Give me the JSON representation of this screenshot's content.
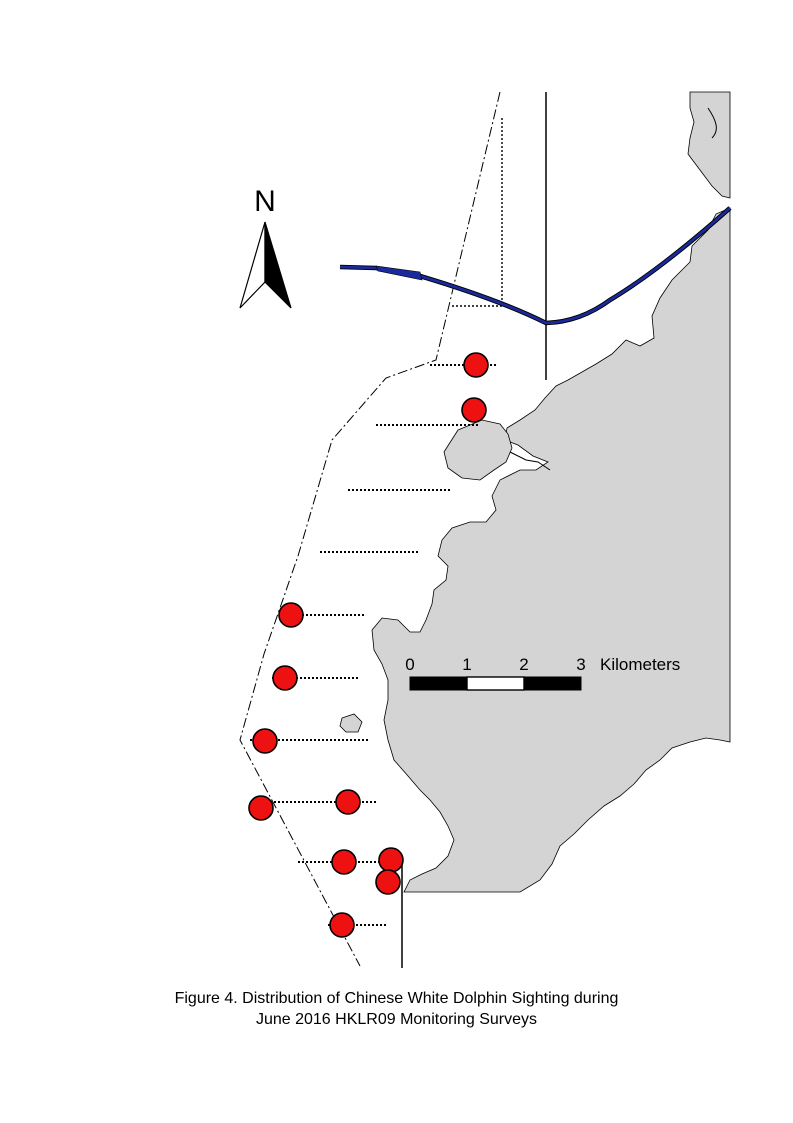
{
  "north_arrow": {
    "label": "N"
  },
  "scale_bar": {
    "ticks": [
      "0",
      "1",
      "2",
      "3"
    ],
    "unit": "Kilometers"
  },
  "caption": {
    "line1": "Figure 4.  Distribution of Chinese White Dolphin Sighting during",
    "line2": "June 2016 HKLR09 Monitoring Surveys"
  },
  "colors": {
    "land": "#d4d4d4",
    "sighting": "#ee1111",
    "route": "#1a2a9a"
  },
  "legend_icons": [
    "north-arrow-icon",
    "sighting-dot-icon"
  ]
}
